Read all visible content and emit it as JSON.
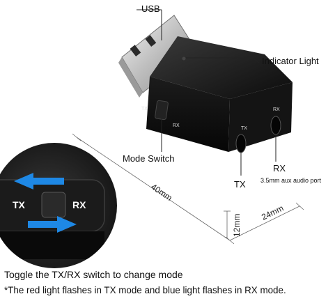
{
  "labels": {
    "usb": "USB",
    "indicator_light": "Indicator Light",
    "mode_switch": "Mode Switch",
    "tx": "TX",
    "rx": "RX",
    "audio_port": "3.5mm aux audio port",
    "device_tx": "TX",
    "device_rx": "RX",
    "zoom_tx": "TX",
    "zoom_rx": "RX"
  },
  "dimensions": {
    "length": "40mm",
    "width": "24mm",
    "height": "12mm"
  },
  "captions": {
    "line1": "Toggle the TX/RX switch to change mode",
    "line2": "*The red light flashes in TX mode and blue light flashes in RX mode."
  },
  "colors": {
    "arrow_blue": "#1e88e5",
    "device_body": "#111111",
    "usb_metal": "#c8c8c8"
  }
}
